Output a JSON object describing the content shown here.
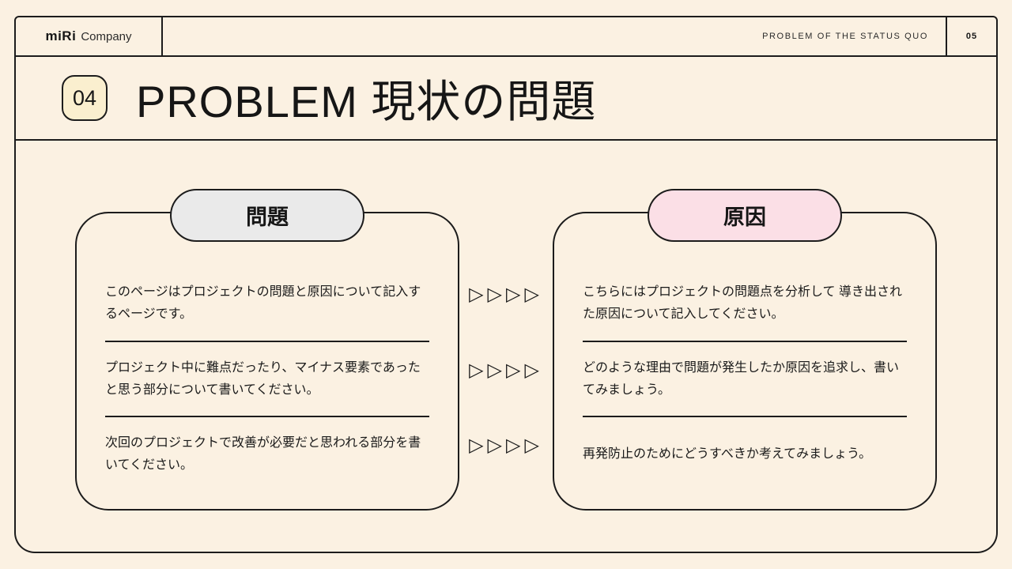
{
  "header": {
    "logo": {
      "name": "miRi",
      "suffix": "Company"
    },
    "subtitle": "PROBLEM OF THE STATUS QUO",
    "page_number": "05"
  },
  "title": {
    "number": "04",
    "text": "PROBLEM 現状の問題"
  },
  "panels": {
    "problem": {
      "label": "問題",
      "items": [
        "このページはプロジェクトの問題と原因について記入するページです。",
        "プロジェクト中に難点だったり、マイナス要素であったと思う部分について書いてください。",
        "次回のプロジェクトで改善が必要だと思われる部分を書いてください。"
      ]
    },
    "cause": {
      "label": "原因",
      "items": [
        "こちらにはプロジェクトの問題点を分析して 導き出された原因について記入してください。",
        "どのような理由で問題が発生したか原因を追求し、書いてみましょう。",
        "再発防止のためにどうすべきか考えてみましょう。"
      ]
    }
  },
  "arrows": {
    "glyph": "▷▷▷▷"
  },
  "colors": {
    "background": "#fbf1e2",
    "line": "#1c1c1c",
    "badge_fill": "#faefcf",
    "problem_pill": "#eaeaea",
    "cause_pill": "#fbdfe6",
    "text": "#1a1a1a"
  }
}
